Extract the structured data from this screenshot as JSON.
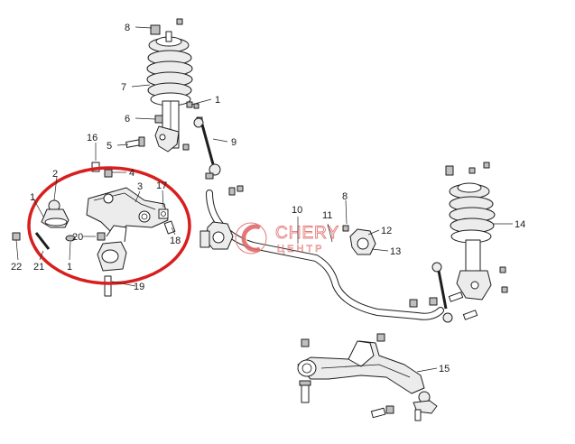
{
  "callouts": {
    "c8a": "8",
    "c7": "7",
    "c1a": "1",
    "c6": "6",
    "c9": "9",
    "c5": "5",
    "c16": "16",
    "c4": "4",
    "c2": "2",
    "c3": "3",
    "c17": "17",
    "c1b": "1",
    "c20": "20",
    "c18": "18",
    "c22": "22",
    "c21": "21",
    "c1c": "1",
    "c19": "19",
    "c10": "10",
    "c8b": "8",
    "c11": "11",
    "c12": "12",
    "c13": "13",
    "c14": "14",
    "c15": "15"
  },
  "watermark": {
    "brand": "CHERY",
    "sub": "ЦЕНТР"
  },
  "colors": {
    "highlight": "#d81e1e",
    "watermark": "#e06a6a",
    "ink": "#1e1e1e"
  }
}
